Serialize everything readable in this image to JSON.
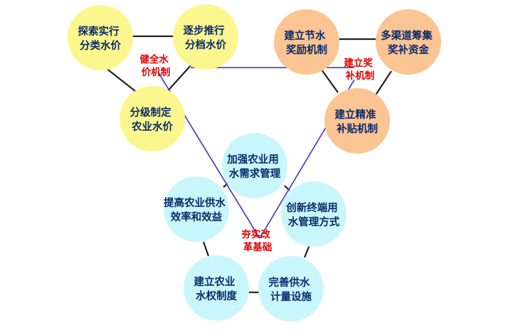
{
  "colors": {
    "yellow": "#fbf78e",
    "orange": "#fbc593",
    "cyan": "#c9f6fb",
    "label_red": "#e60000",
    "line_blue": "#4b4bc8"
  },
  "groups": {
    "yellow": {
      "label": [
        "健全水",
        "价机制"
      ],
      "nodes": [
        {
          "lines": [
            "探索实行",
            "分类水价"
          ]
        },
        {
          "lines": [
            "逐步推行",
            "分档水价"
          ]
        },
        {
          "lines": [
            "分级制定",
            "农业水价"
          ]
        }
      ]
    },
    "orange": {
      "label": [
        "建立奖",
        "补机制"
      ],
      "nodes": [
        {
          "lines": [
            "建立节水",
            "奖励机制"
          ]
        },
        {
          "lines": [
            "多渠道筹集",
            "奖补资金"
          ]
        },
        {
          "lines": [
            "建立精准",
            "补贴机制"
          ]
        }
      ]
    },
    "cyan": {
      "label": [
        "夯实改",
        "革基础"
      ],
      "nodes": [
        {
          "lines": [
            "加强农业用",
            "水需求管理"
          ]
        },
        {
          "lines": [
            "创新终端用",
            "水管理方式"
          ]
        },
        {
          "lines": [
            "完善供水",
            "计量设施"
          ]
        },
        {
          "lines": [
            "建立农业",
            "水权制度"
          ]
        },
        {
          "lines": [
            "提高农业供水",
            "效率和效益"
          ]
        }
      ]
    }
  }
}
